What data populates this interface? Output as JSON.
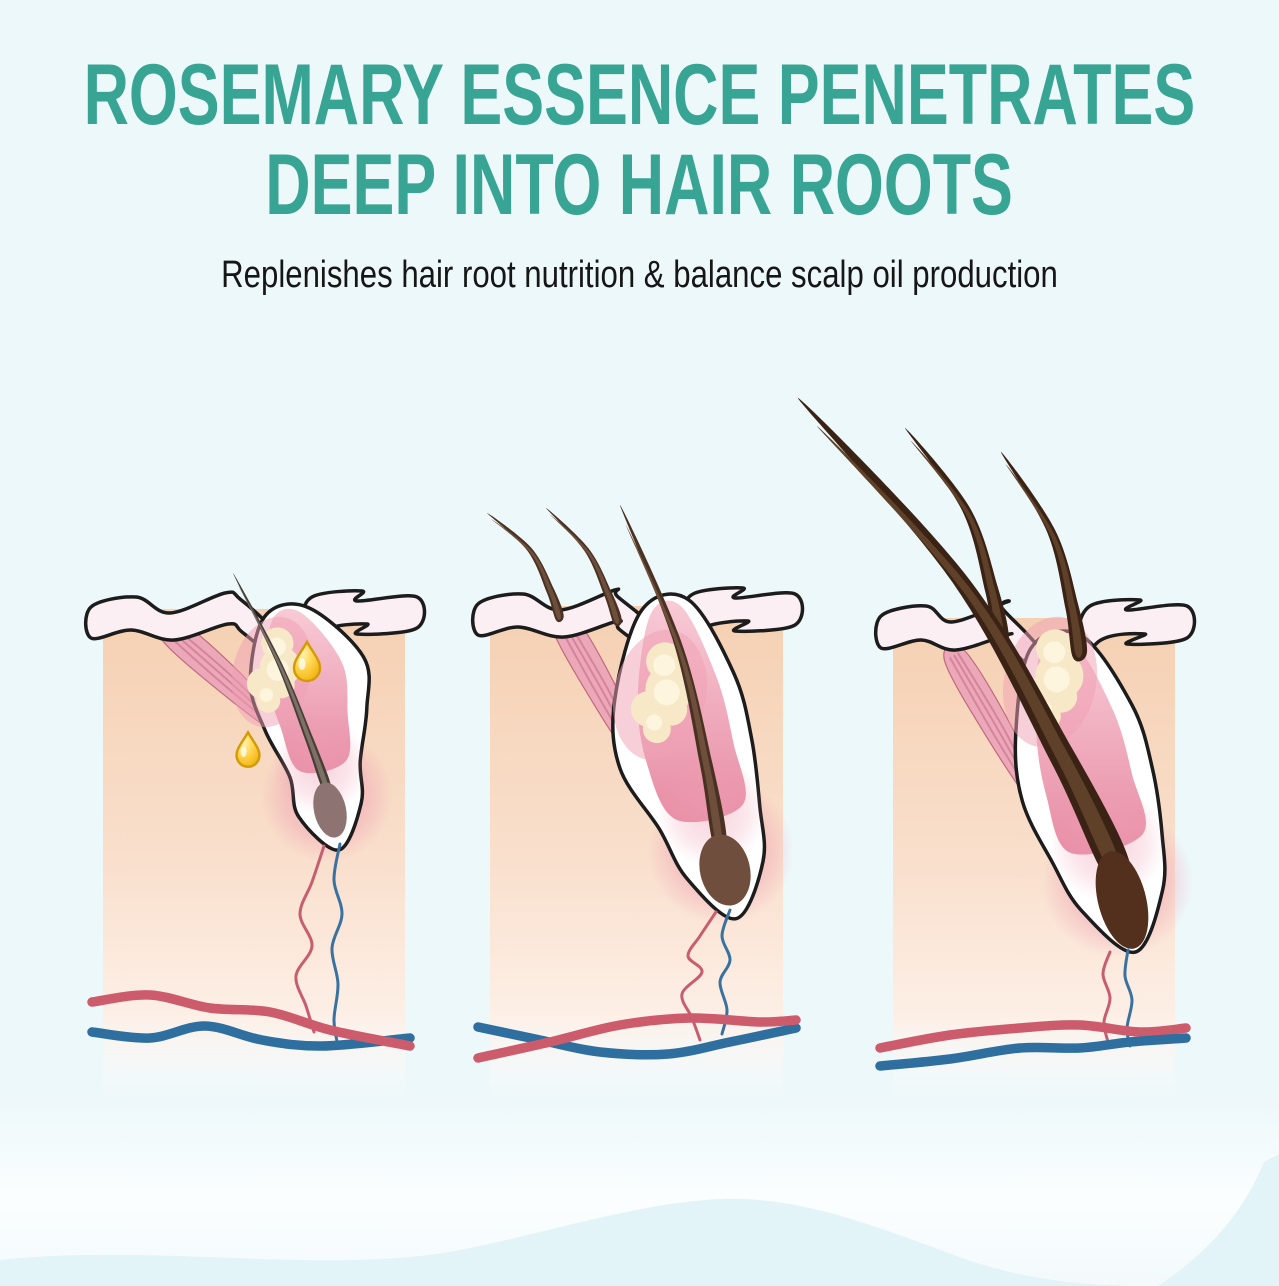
{
  "header": {
    "title_line1": "ROSEMARY ESSENCE PENETRATES",
    "title_line2": "DEEP INTO HAIR ROOTS",
    "subtitle": "Replenishes hair root nutrition & balance scalp oil production",
    "title_color": "#38a493",
    "subtitle_color": "#161616"
  },
  "diagram": {
    "stages": [
      {
        "hairs_above_skin": 1,
        "oil_drop_count": 2
      },
      {
        "hairs_above_skin": 3,
        "oil_drop_count": 0
      },
      {
        "hairs_above_skin": 3,
        "oil_drop_count": 0
      }
    ]
  },
  "palette": {
    "background": "#edf8fa",
    "title_teal": "#38a493",
    "text_dark": "#161616",
    "outline": "#1c1c1c",
    "dermis_top": "#f5d0b2",
    "dermis_mid": "#f9dfcc",
    "dermis_light": "#fdefe6",
    "epidermis": "#fbeff3",
    "follicle_pink_light": "#f8cbd6",
    "follicle_pink_deep": "#e78ba3",
    "blush_pink": "#ef9fb4",
    "muscle_pink": "#eba8b8",
    "muscle_fiber": "#d47d95",
    "gland_cream": "#f7e8c8",
    "gland_light": "#fdf5de",
    "vessel_red": "#cc5b6c",
    "vessel_blue": "#2f6f9f",
    "thin_vessel_red": "#c75e70",
    "thin_vessel_blue": "#39719f",
    "oil_gold": "#ffd24a",
    "oil_gold_deep": "#eca900",
    "oil_outline": "#d29a06",
    "hair_stage1_edge": "#453f38",
    "hair_stage1_core": "#7d7065",
    "bulb_stage1": "#8d7472",
    "hair_stage2_edge": "#4a3222",
    "hair_stage2_core": "#6e4f3b",
    "bulb_stage2": "#6f4e3d",
    "hair_stage3_edge": "#3a2315",
    "hair_stage3_core": "#5f4028",
    "bulb_stage3": "#53301d",
    "wave_cyan": "#e2f4f7",
    "wave_white": "#fbfeff"
  }
}
